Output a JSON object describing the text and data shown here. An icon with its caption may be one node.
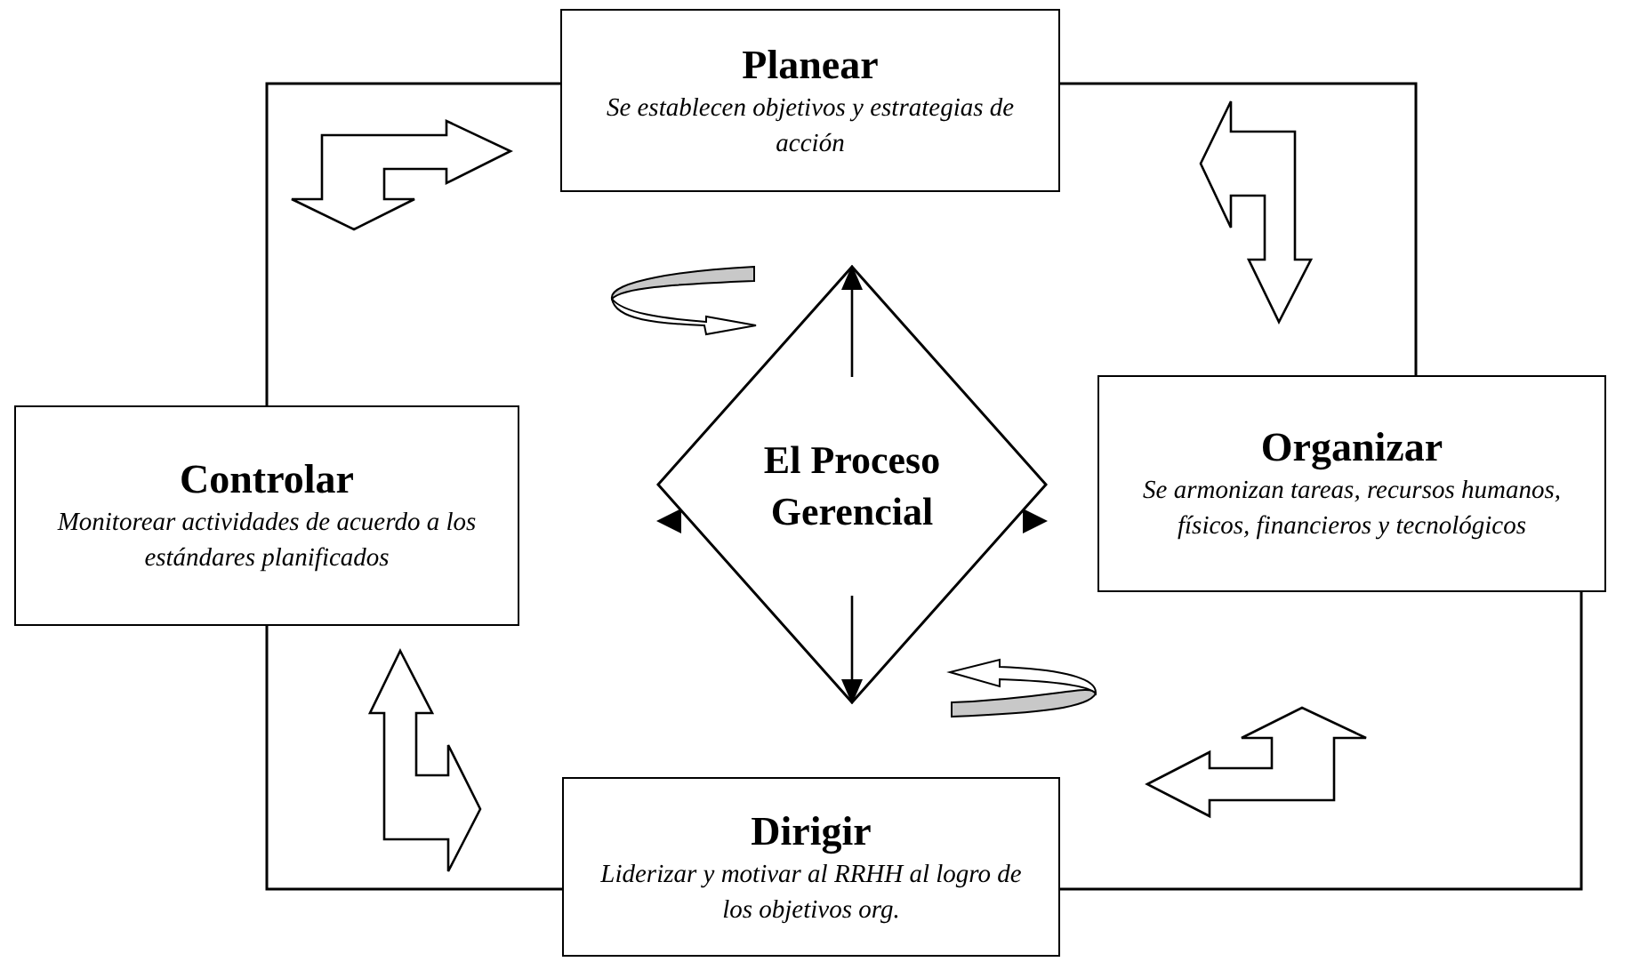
{
  "diagram": {
    "nodes": [
      {
        "text": [
          "Planear",
          "Se establecen objetivos y estrategias de acción"
        ]
      },
      {
        "text": [
          "Organizar",
          "Se armonizan tareas, recursos humanos, físicos, financieros y tecnológicos"
        ]
      },
      {
        "text": [
          "Dirigir",
          "Liderizar y motivar al RRHH  al logro de los objetivos org."
        ]
      },
      {
        "text": [
          "Controlar",
          "Monitorear actividades de acuerdo a los estándares planificados"
        ]
      },
      {
        "text": [
          "El Proceso Gerencial"
        ]
      }
    ],
    "edges": [
      {
        "from": 0,
        "to": 1,
        "arrow": "none"
      },
      {
        "from": 1,
        "to": 2,
        "arrow": "none"
      },
      {
        "from": 2,
        "to": 3,
        "arrow": "none"
      },
      {
        "from": 3,
        "to": 0,
        "arrow": "none"
      }
    ]
  }
}
